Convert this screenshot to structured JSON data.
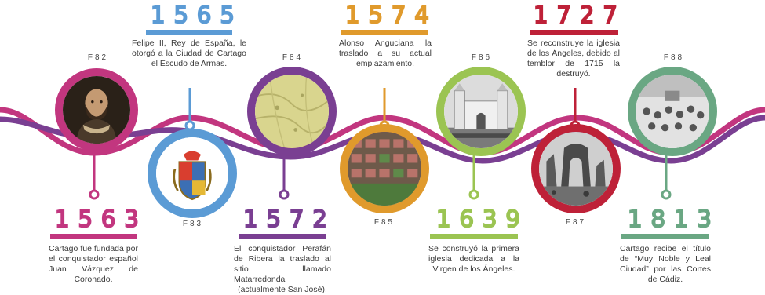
{
  "colors": {
    "magenta": "#c2367f",
    "blue": "#5b9bd5",
    "purple": "#7a3f92",
    "orange": "#e09a2c",
    "green": "#9bc452",
    "red": "#be2138",
    "teal": "#6aa783"
  },
  "events": [
    {
      "year": "1563",
      "fig": "F82",
      "text": "Cartago fue fundada por el conquistador español Juan Vázquez de Coronado.",
      "color": "#c2367f",
      "image": "portrait-of-conquistador"
    },
    {
      "year": "1565",
      "fig": "F83",
      "text": "Felipe II, Rey de España, le otorgó a la Ciudad de Cartago el Escudo de Armas.",
      "color": "#5b9bd5",
      "image": "coat-of-arms"
    },
    {
      "year": "1572",
      "fig": "F84",
      "text": "El conquistador Perafán de Ribera la traslado al sitio llamado Matarredonda (actualmente San José).",
      "color": "#7a3f92",
      "image": "old-map"
    },
    {
      "year": "1574",
      "fig": "F85",
      "text": "Alonso Anguciana la traslado a su actual emplazamiento.",
      "color": "#e09a2c",
      "image": "aerial-city-view"
    },
    {
      "year": "1639",
      "fig": "F86",
      "text": "Se construyó la primera iglesia dedicada a la Virgen de los Ángeles.",
      "color": "#9bc452",
      "image": "church-photo"
    },
    {
      "year": "1727",
      "fig": "F87",
      "text": "Se reconstruye la iglesia de los Ángeles, debido al temblor de 1715 la destruyó.",
      "color": "#be2138",
      "image": "ruins-photo"
    },
    {
      "year": "1813",
      "fig": "F88",
      "text": "Cartago recibe el título de “Muy Noble y Leal Ciudad” por las Cortes de Cádiz.",
      "color": "#6aa783",
      "image": "assembly-painting"
    }
  ]
}
